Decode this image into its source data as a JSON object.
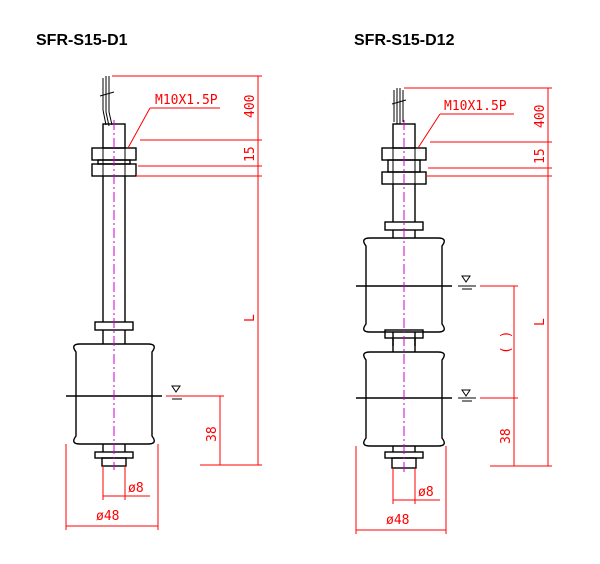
{
  "models": [
    {
      "title": "SFR-S15-D1",
      "thread": "M10X1.5P",
      "cable_length": "400",
      "nut_height": "15",
      "stem_length": "L",
      "float_level": "38",
      "stem_diameter": "ø8",
      "float_diameter": "ø48"
    },
    {
      "title": "SFR-S15-D12",
      "thread": "M10X1.5P",
      "cable_length": "400",
      "nut_height": "15",
      "stem_length": "L",
      "float_spacing": "( )",
      "float_level": "38",
      "stem_diameter": "ø8",
      "float_diameter": "ø48"
    }
  ],
  "colors": {
    "outline": "#000000",
    "dimension": "#ff0000",
    "centerline": "#cc00cc"
  },
  "icons": [
    "water-level-icon"
  ]
}
